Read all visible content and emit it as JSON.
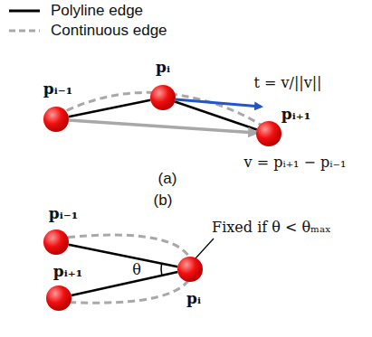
{
  "diagram": {
    "nodes": [
      {
        "text": [
          "pᵢ₋₁"
        ]
      },
      {
        "text": [
          "pᵢ"
        ]
      },
      {
        "text": [
          "pᵢ₊₁"
        ]
      },
      {
        "text": [
          "pᵢ₋₁"
        ]
      },
      {
        "text": [
          "pᵢ"
        ]
      },
      {
        "text": [
          "pᵢ₊₁"
        ]
      }
    ],
    "edges": [
      {
        "from": 0,
        "to": 1,
        "arrow": "none"
      },
      {
        "from": 1,
        "to": 2,
        "arrow": "none"
      },
      {
        "from": 0,
        "to": 2,
        "arrow": "to",
        "label": "v = pᵢ₊₁ − pᵢ₋₁"
      },
      {
        "from": 3,
        "to": 4,
        "arrow": "none"
      },
      {
        "from": 4,
        "to": 5,
        "arrow": "none"
      }
    ],
    "labels": [
      "t = v/||v||",
      "(a)",
      "(b)",
      "Fixed if θ < θₘₐₓ",
      "θ"
    ],
    "legend": [
      {
        "text": "Polyline edge"
      },
      {
        "text": "Continuous edge"
      }
    ]
  }
}
